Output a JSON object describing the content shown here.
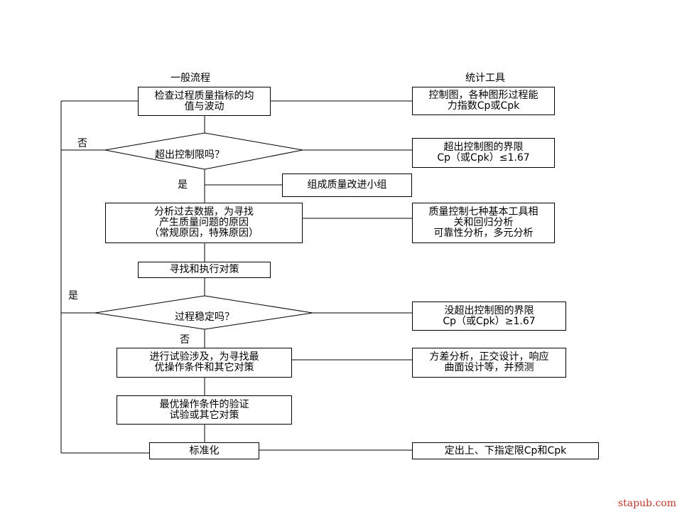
{
  "headers": {
    "left": "一般流程",
    "right": "统计工具"
  },
  "flow": {
    "check": "检查过程质量指标的均\n值与波动",
    "exceed_q": "超出控制限吗？",
    "team": "组成质量改进小组",
    "analyze": "分析过去数据，为寻找\n产生质量问题的原因\n（常规原因，特殊原因）",
    "measures": "寻找和执行对策",
    "stable_q": "过程稳定吗？",
    "experiment": "进行试验涉及，为寻找最\n优操作条件和其它对策",
    "verify": "最优操作条件的验证\n试验或其它对策",
    "standardize": "标准化"
  },
  "tools": {
    "t1": "控制图，各种图形过程能\n力指数Cp或Cpk",
    "t2": "超出控制图的界限\nCp（或Cpk）≤1.67",
    "t3": "质量控制七种基本工具相\n关和回归分析\n可靠性分析，多元分析",
    "t4": "没超出控制图的界限\nCp（或Cpk）≥1.67",
    "t5": "方差分析，正交设计，响应\n曲面设计等，并预测",
    "t6": "定出上、下指定限Cp和Cpk"
  },
  "branch_labels": {
    "no_top": "否",
    "yes_mid": "是",
    "yes_left": "是",
    "no_bottom": "否"
  },
  "watermark": "stapub.com"
}
